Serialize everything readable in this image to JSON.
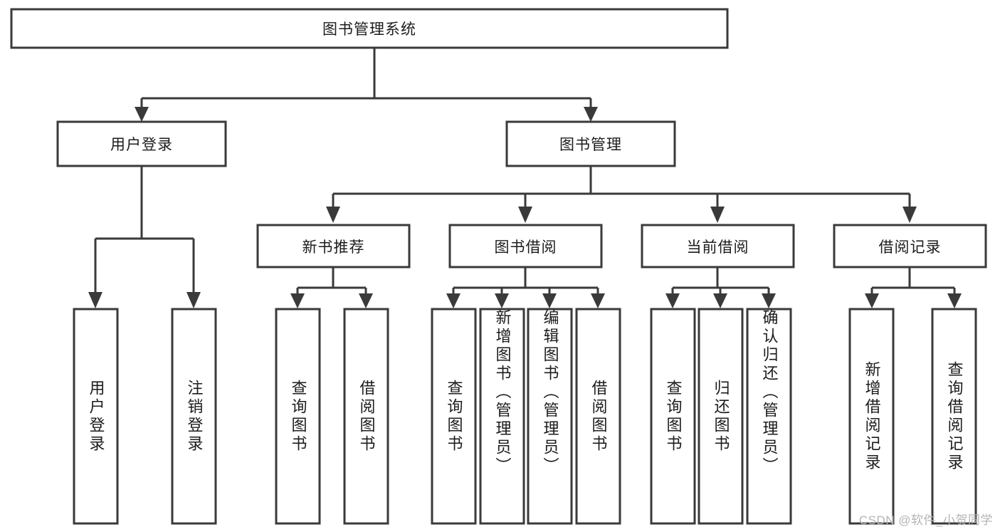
{
  "diagram": {
    "type": "tree",
    "title": "图书管理系统",
    "colors": {
      "stroke": "#3a3a3a",
      "fill": "#ffffff",
      "text": "#1c1c1c",
      "watermark": "#b4b4b4"
    },
    "root": {
      "label": "图书管理系统"
    },
    "level2": [
      {
        "label": "用户登录"
      },
      {
        "label": "图书管理"
      }
    ],
    "level3": [
      {
        "label": "新书推荐"
      },
      {
        "label": "图书借阅"
      },
      {
        "label": "当前借阅"
      },
      {
        "label": "借阅记录"
      }
    ],
    "leaves": {
      "user_login": [
        {
          "label": "用户登录"
        },
        {
          "label": "注销登录"
        }
      ],
      "new_book_recommend": [
        {
          "label": "查询图书"
        },
        {
          "label": "借阅图书"
        }
      ],
      "book_borrow": [
        {
          "label": "查询图书"
        },
        {
          "label": "新增图书（管理员）"
        },
        {
          "label": "编辑图书（管理员）"
        },
        {
          "label": "借阅图书"
        }
      ],
      "current_borrow": [
        {
          "label": "查询图书"
        },
        {
          "label": "归还图书"
        },
        {
          "label": "确认归还（管理员）"
        }
      ],
      "borrow_record": [
        {
          "label": "新增借阅记录"
        },
        {
          "label": "查询借阅记录"
        }
      ]
    }
  },
  "watermark": {
    "text": "CSDN @软件_小贺同学"
  }
}
